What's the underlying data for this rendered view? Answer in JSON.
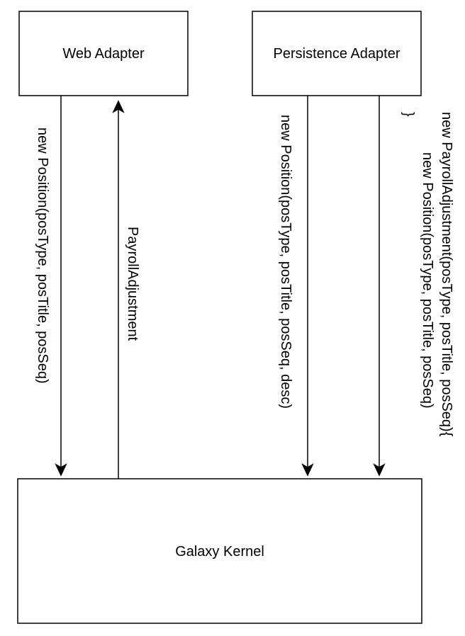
{
  "nodes": {
    "web_adapter": {
      "label": "Web Adapter"
    },
    "persistence_adapter": {
      "label": "Persistence Adapter"
    },
    "galaxy_kernel": {
      "label": "Galaxy Kernel"
    }
  },
  "edges": {
    "web_to_kernel": {
      "label": "new Position(posType, posTitle, posSeq)"
    },
    "kernel_to_web": {
      "label": "PayrollAdjustment"
    },
    "persistence_to_kernel_position": {
      "label": "new Position(posType, posTitle, posSeq, desc)"
    },
    "persistence_to_kernel_payroll": {
      "label_line1": "new PayrollAdjustment(posType, posTitle, posSeq){",
      "label_line2": "new Position(posType, posTitle, posSeq)",
      "label_line3": "}"
    }
  },
  "colors": {
    "stroke": "#000000",
    "background": "#ffffff"
  }
}
